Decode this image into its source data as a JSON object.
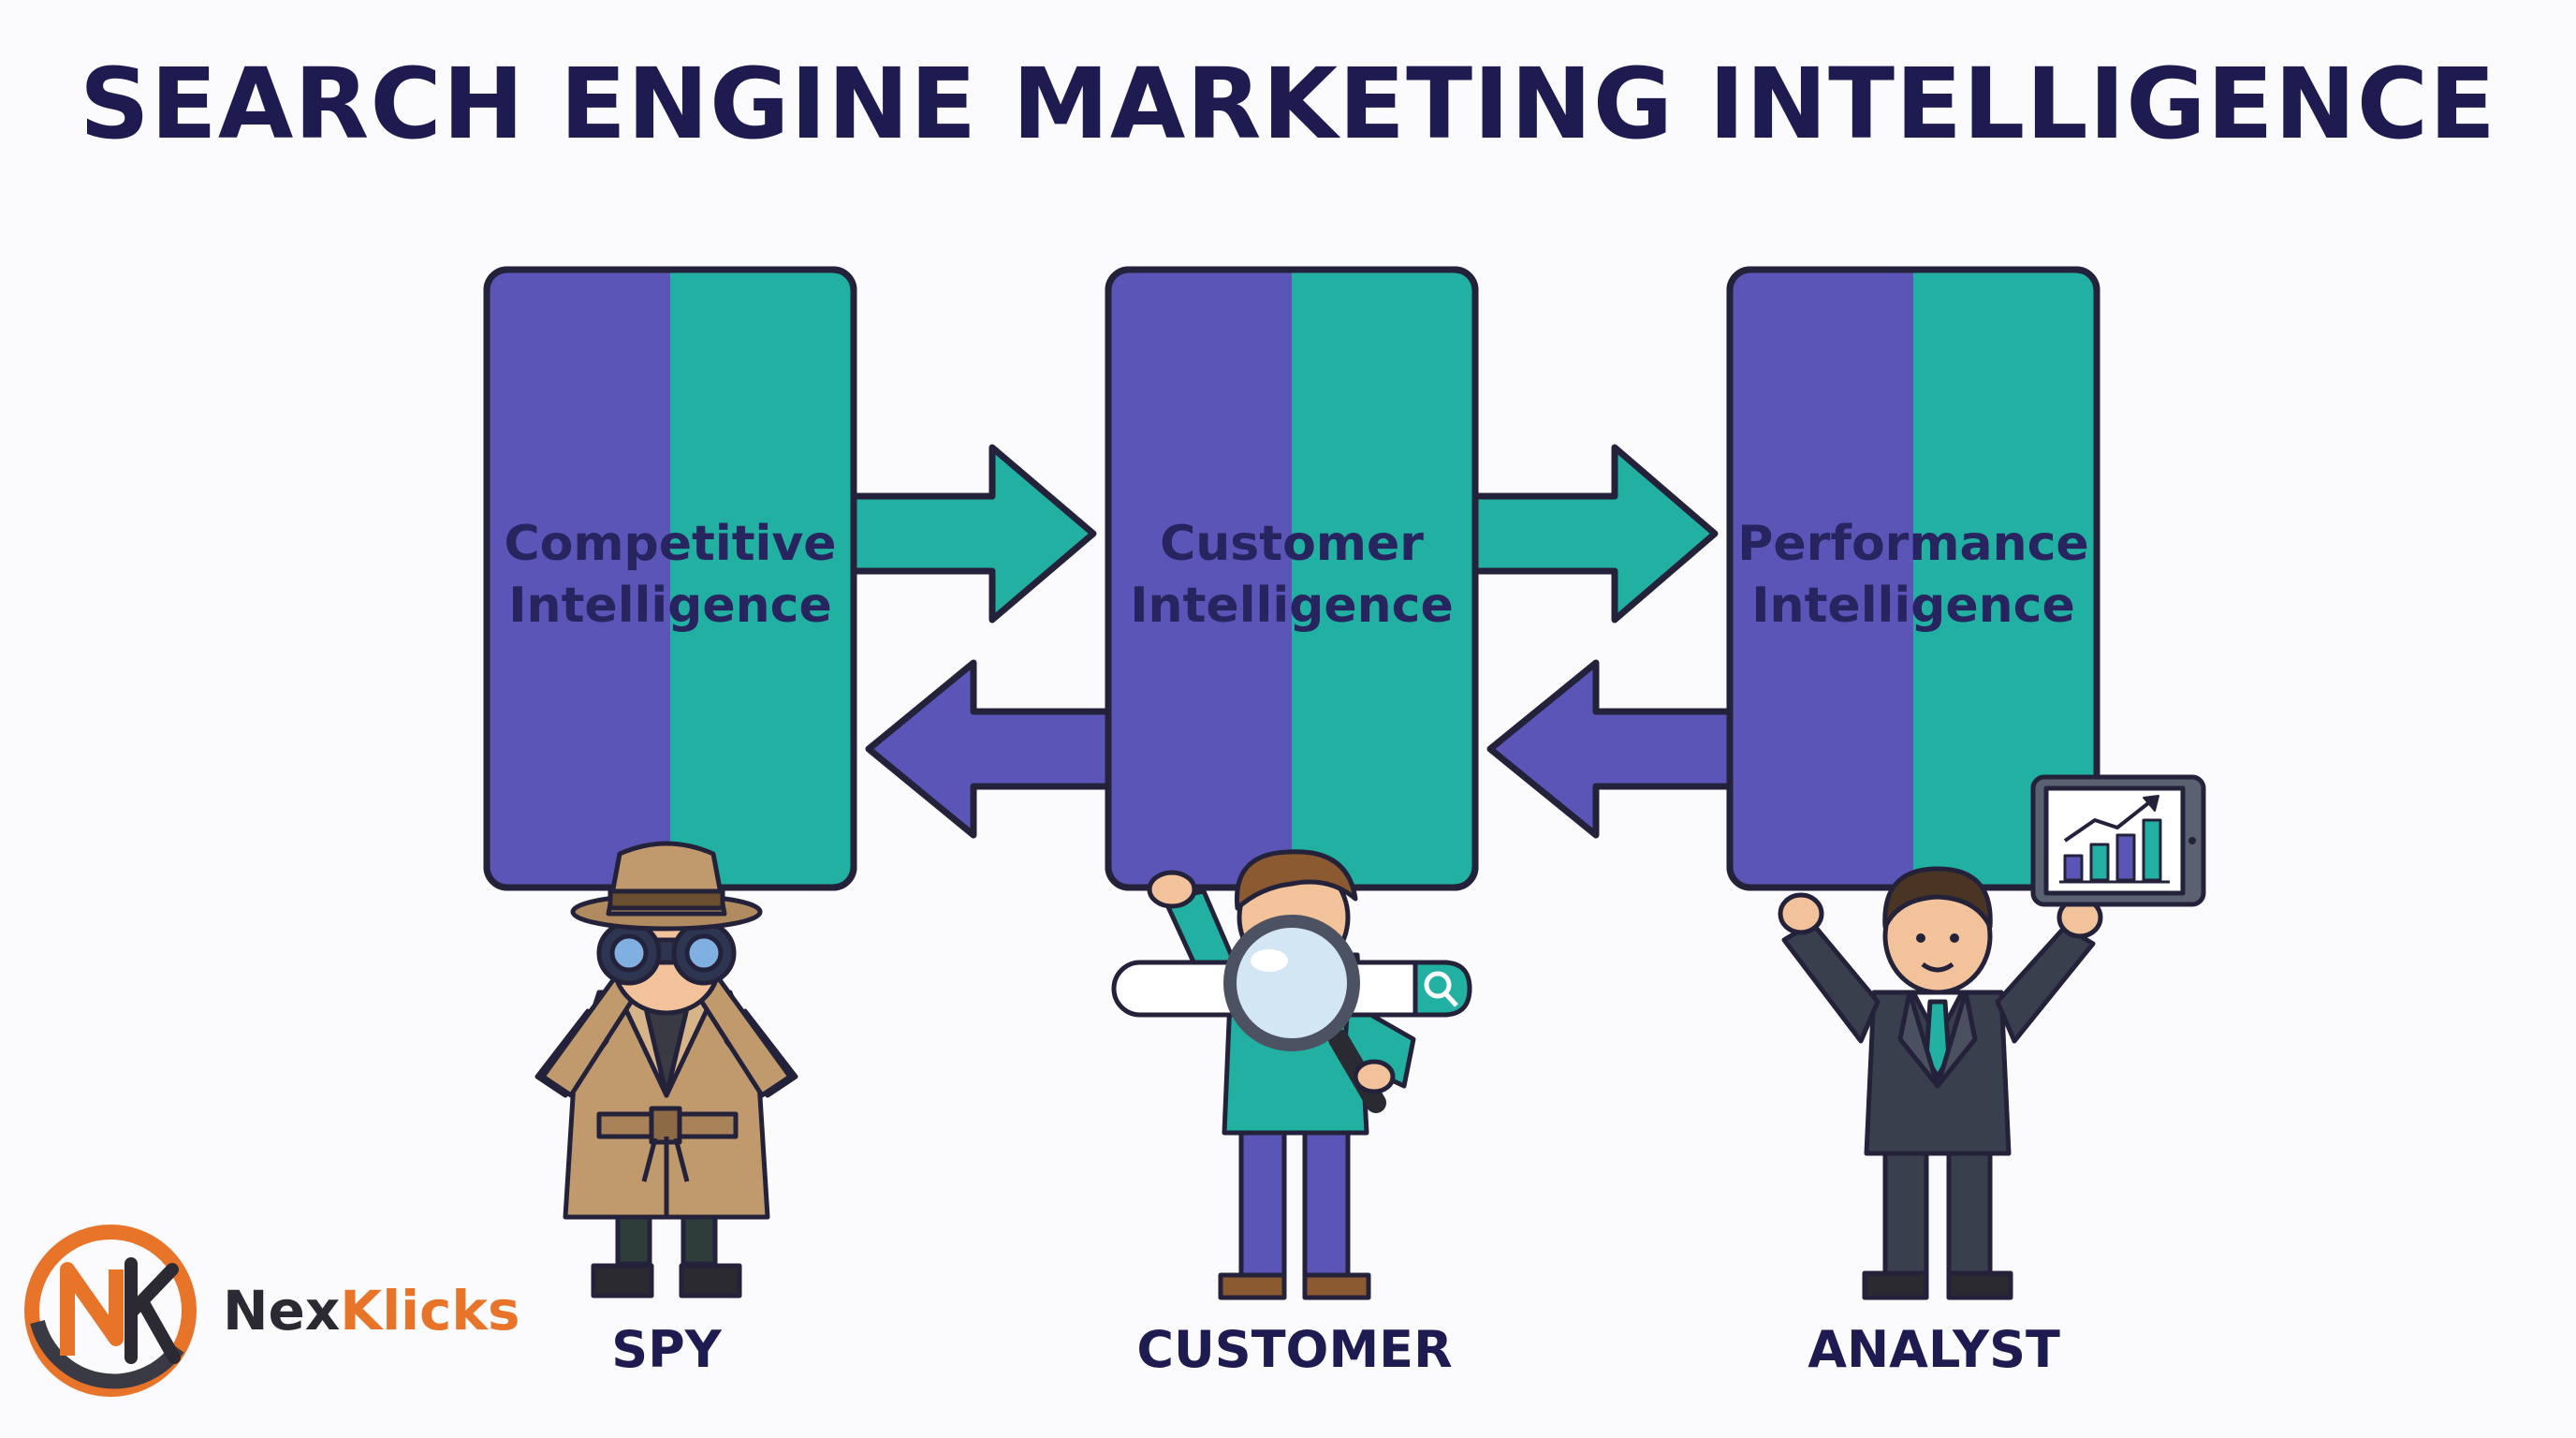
{
  "title": "SEARCH ENGINE MARKETING INTELLIGENCE",
  "boxes": [
    {
      "line1": "Competitive",
      "line2": "Intelligence"
    },
    {
      "line1": "Customer",
      "line2": "Intelligence"
    },
    {
      "line1": "Performance",
      "line2": "Intelligence"
    }
  ],
  "roles": [
    "SPY",
    "CUSTOMER",
    "ANALYST"
  ],
  "brand": {
    "part1": "Nex",
    "part2": "Klicks"
  },
  "colors": {
    "purple": "#5a55b6",
    "teal": "#22b0a2",
    "navy": "#1d1b4f",
    "orange": "#e8742a",
    "outline": "#24223a"
  },
  "icons": [
    "binoculars-icon",
    "magnifier-icon",
    "search-bar-icon",
    "tablet-chart-icon"
  ]
}
